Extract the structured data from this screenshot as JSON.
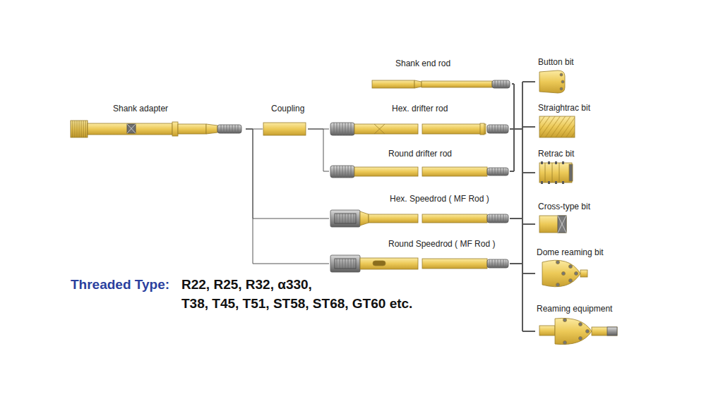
{
  "diagram": {
    "nodes": [
      {
        "text": [
          "Shank adapter"
        ]
      },
      {
        "text": [
          "Coupling"
        ]
      },
      {
        "text": [
          "Shank end rod"
        ]
      },
      {
        "text": [
          "Hex. drifter rod"
        ]
      },
      {
        "text": [
          "Round drifter rod"
        ]
      },
      {
        "text": [
          "Hex. Speedrod ( MF Rod )"
        ]
      },
      {
        "text": [
          "Round Speedrod ( MF Rod )"
        ]
      },
      {
        "text": [
          "Button bit"
        ]
      },
      {
        "text": [
          "Straightrac bit"
        ]
      },
      {
        "text": [
          "Retrac bit"
        ]
      },
      {
        "text": [
          "Cross-type bit"
        ]
      },
      {
        "text": [
          "Dome reaming bit"
        ]
      },
      {
        "text": [
          "Reaming equipment"
        ]
      }
    ],
    "edges": [
      {
        "from": 0,
        "to": 1,
        "arrow": "none"
      },
      {
        "from": 0,
        "to": 5,
        "arrow": "none"
      },
      {
        "from": 0,
        "to": 6,
        "arrow": "none"
      },
      {
        "from": 1,
        "to": 3,
        "arrow": "none"
      },
      {
        "from": 1,
        "to": 4,
        "arrow": "none"
      },
      {
        "from": 2,
        "to": 7,
        "arrow": "none"
      },
      {
        "from": 2,
        "to": 8,
        "arrow": "none"
      },
      {
        "from": 2,
        "to": 9,
        "arrow": "none"
      },
      {
        "from": 2,
        "to": 10,
        "arrow": "none"
      },
      {
        "from": 2,
        "to": 11,
        "arrow": "none"
      },
      {
        "from": 2,
        "to": 12,
        "arrow": "none"
      },
      {
        "from": 3,
        "to": 7,
        "arrow": "none"
      },
      {
        "from": 3,
        "to": 8,
        "arrow": "none"
      },
      {
        "from": 3,
        "to": 9,
        "arrow": "none"
      },
      {
        "from": 3,
        "to": 10,
        "arrow": "none"
      },
      {
        "from": 3,
        "to": 11,
        "arrow": "none"
      },
      {
        "from": 3,
        "to": 12,
        "arrow": "none"
      },
      {
        "from": 4,
        "to": 7,
        "arrow": "none"
      },
      {
        "from": 4,
        "to": 8,
        "arrow": "none"
      },
      {
        "from": 4,
        "to": 9,
        "arrow": "none"
      },
      {
        "from": 4,
        "to": 10,
        "arrow": "none"
      },
      {
        "from": 4,
        "to": 11,
        "arrow": "none"
      },
      {
        "from": 4,
        "to": 12,
        "arrow": "none"
      },
      {
        "from": 5,
        "to": 7,
        "arrow": "none"
      },
      {
        "from": 5,
        "to": 8,
        "arrow": "none"
      },
      {
        "from": 5,
        "to": 9,
        "arrow": "none"
      },
      {
        "from": 5,
        "to": 10,
        "arrow": "none"
      },
      {
        "from": 5,
        "to": 11,
        "arrow": "none"
      },
      {
        "from": 5,
        "to": 12,
        "arrow": "none"
      },
      {
        "from": 6,
        "to": 7,
        "arrow": "none"
      },
      {
        "from": 6,
        "to": 8,
        "arrow": "none"
      },
      {
        "from": 6,
        "to": 9,
        "arrow": "none"
      },
      {
        "from": 6,
        "to": 10,
        "arrow": "none"
      },
      {
        "from": 6,
        "to": 11,
        "arrow": "none"
      },
      {
        "from": 6,
        "to": 12,
        "arrow": "none"
      }
    ],
    "labels": [
      "Threaded Type:",
      "R22, R25, R32, α330,",
      "T38, T45, T51, ST58, ST68, GT60 etc."
    ]
  }
}
